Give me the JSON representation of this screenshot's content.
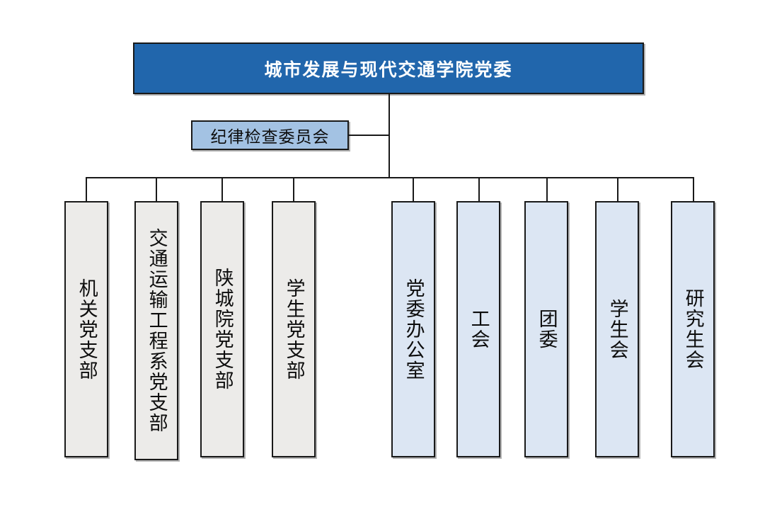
{
  "diagram": {
    "title": "城市发展与现代交通学院党委",
    "type": "organization-chart",
    "colors": {
      "root_fill": "#2166AC",
      "root_text": "#FFFFFF",
      "discipline_fill": "#A3C2E3",
      "party_branch_fill": "#ECEBE9",
      "org_unit_fill": "#DCE6F3",
      "border": "#191919"
    },
    "root": {
      "label": "城市发展与现代交通学院党委"
    },
    "discipline": {
      "label": "纪律检查委员会"
    },
    "party_branches": [
      {
        "label": "机关党支部"
      },
      {
        "label": "交通运输工程系党支部"
      },
      {
        "label": "陕城院党支部"
      },
      {
        "label": "学生党支部"
      }
    ],
    "org_units": [
      {
        "label": "党委办公室"
      },
      {
        "label": "工会"
      },
      {
        "label": "团委"
      },
      {
        "label": "学生会"
      },
      {
        "label": "研究生会"
      }
    ]
  }
}
